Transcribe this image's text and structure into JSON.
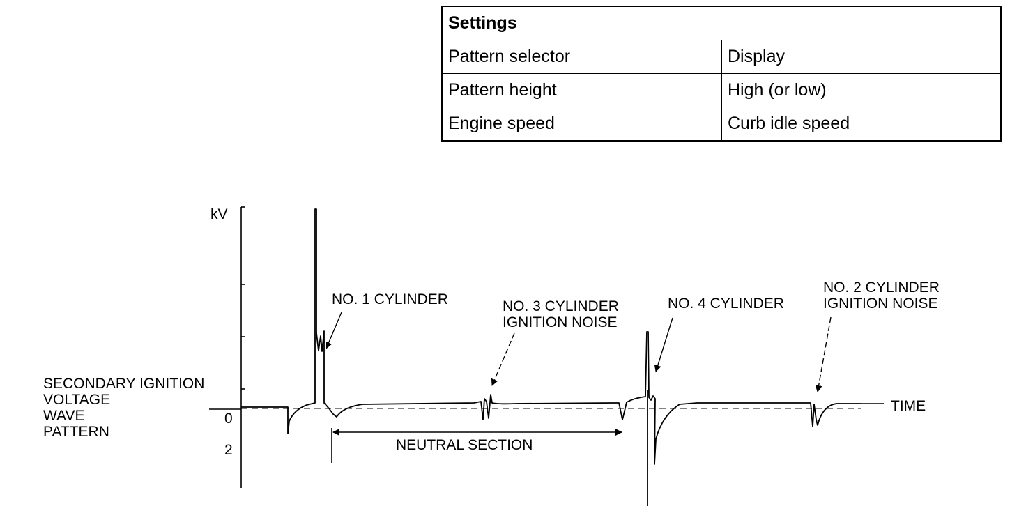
{
  "settings": {
    "header": "Settings",
    "rows": [
      {
        "item": "Pattern selector",
        "value": "Display"
      },
      {
        "item": "Pattern height",
        "value": "High (or low)"
      },
      {
        "item": "Engine speed",
        "value": "Curb idle speed"
      }
    ]
  },
  "diagram": {
    "y_axis_unit": "kV",
    "tick_zero": "0",
    "tick_two": "2",
    "side_label": [
      "SECONDARY IGNITION",
      "VOLTAGE",
      "WAVE",
      "PATTERN"
    ],
    "time_label": "TIME",
    "neutral_section": "NEUTRAL SECTION",
    "callouts": {
      "cyl1": [
        "NO. 1 CYLINDER"
      ],
      "cyl3": [
        "NO. 3 CYLINDER",
        "IGNITION NOISE"
      ],
      "cyl4": [
        "NO. 4 CYLINDER"
      ],
      "cyl2": [
        "NO. 2 CYLINDER",
        "IGNITION NOISE"
      ]
    }
  }
}
